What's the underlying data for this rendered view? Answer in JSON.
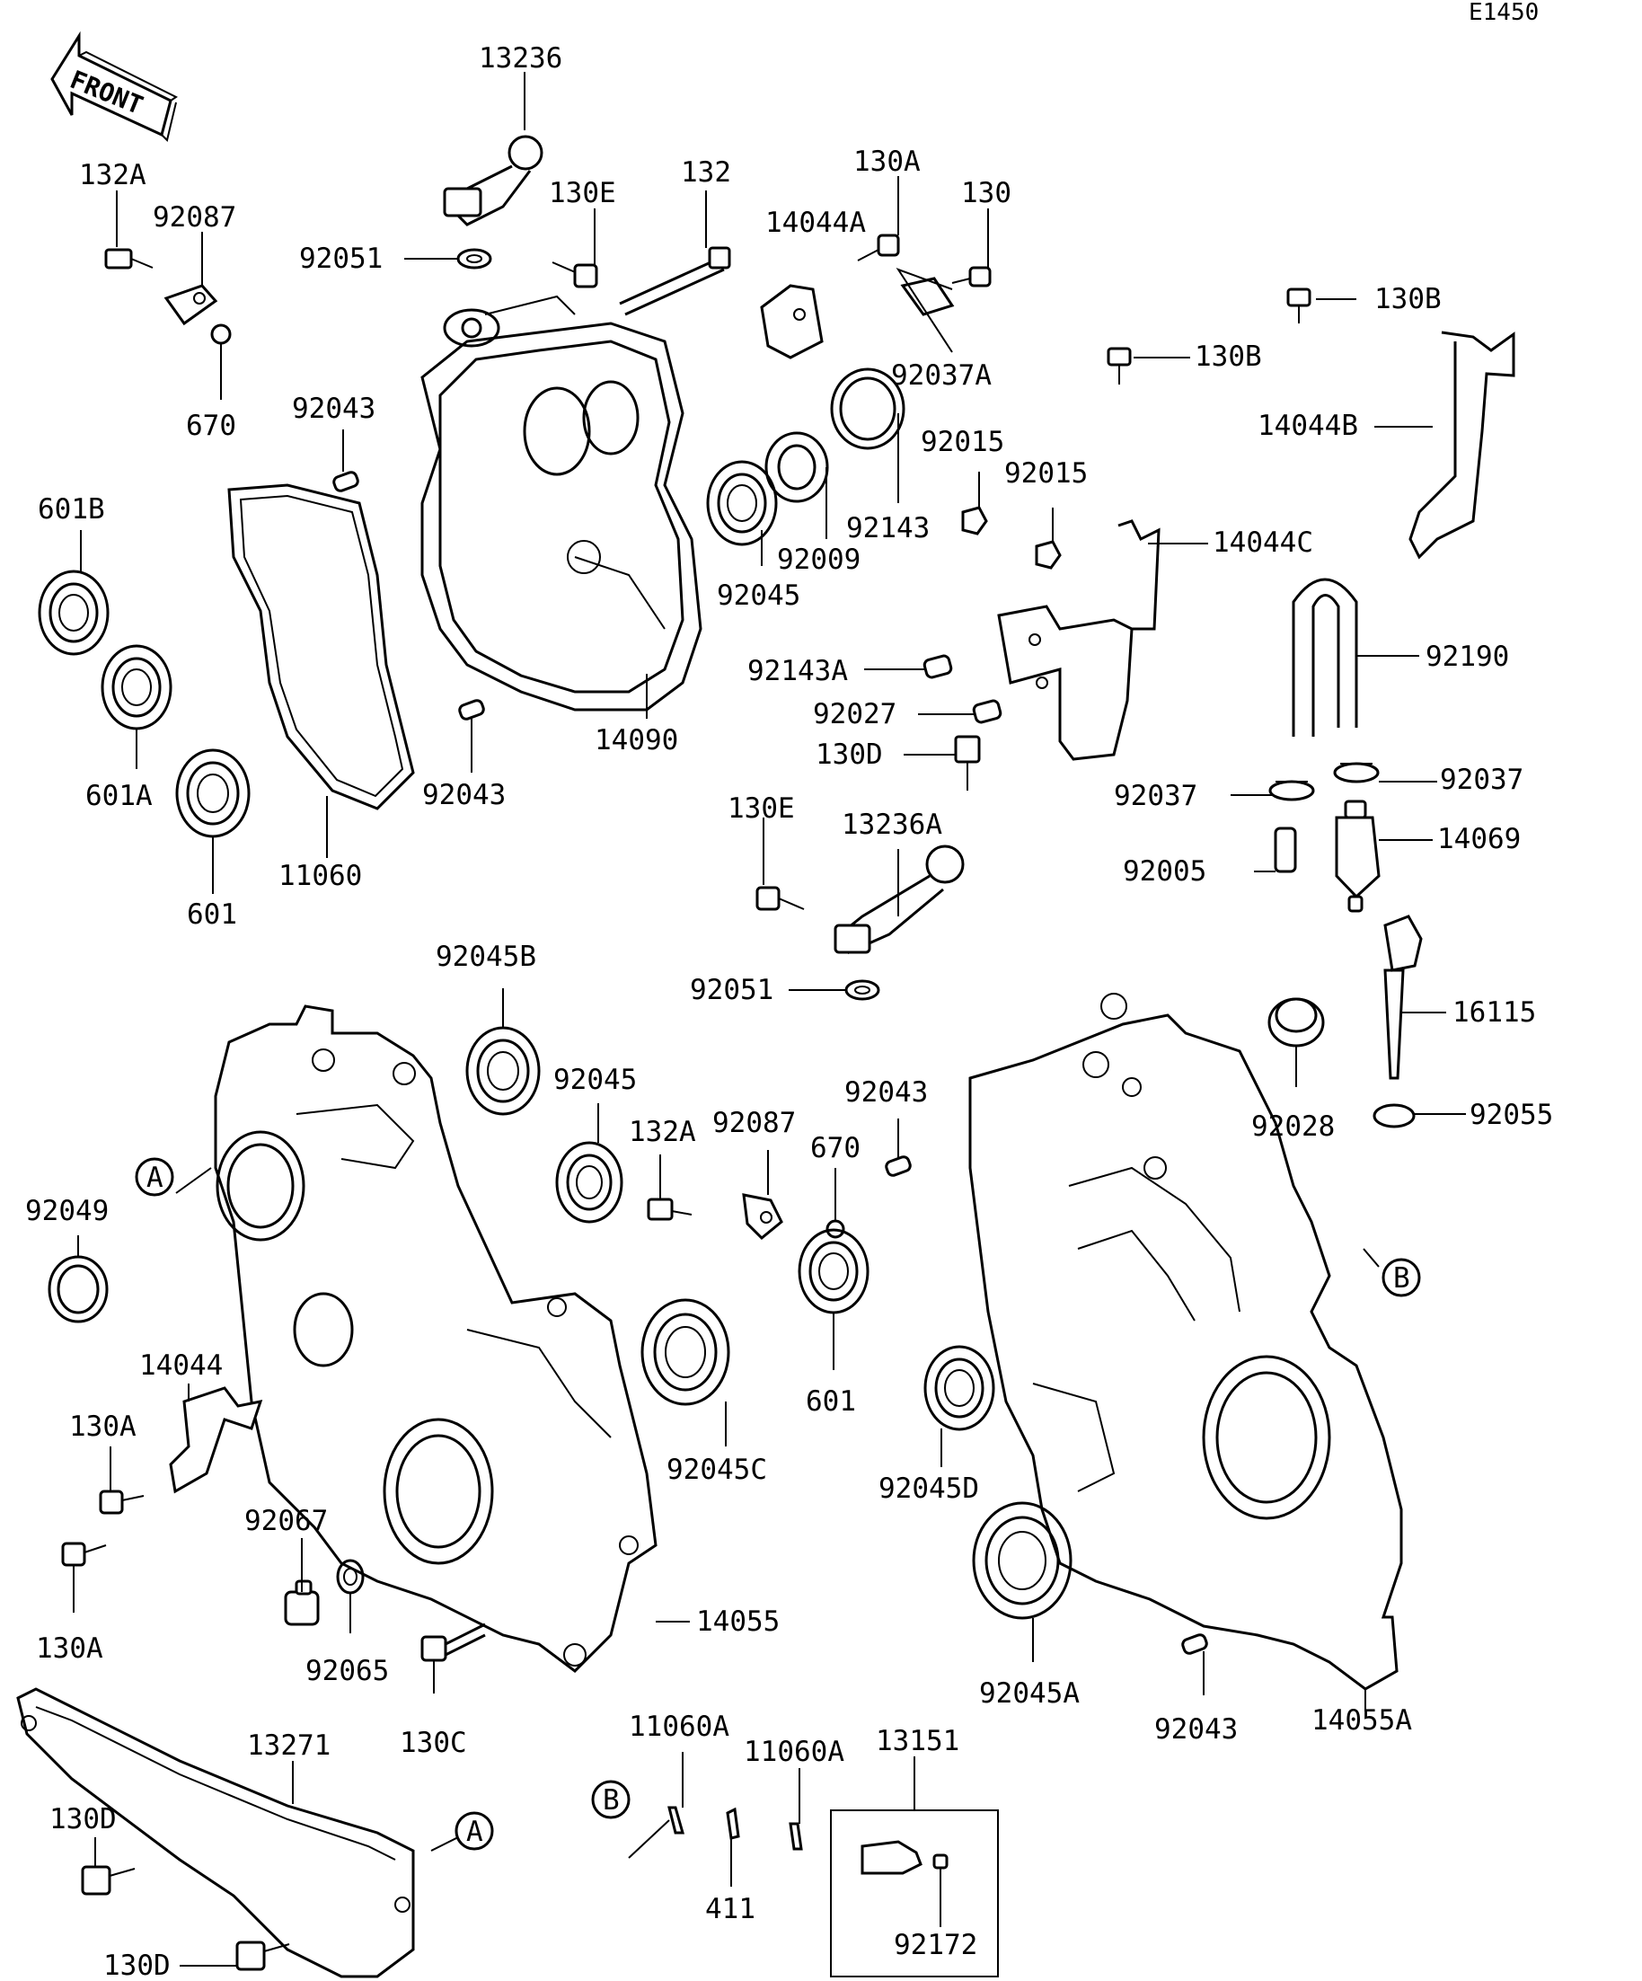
{
  "diagram_code": "E1450",
  "front_label": "FRONT",
  "callouts": {
    "A_left": "A",
    "A_bottom": "A",
    "B_right": "B",
    "B_bottom": "B"
  },
  "labels": [
    {
      "id": "13236",
      "text": "13236"
    },
    {
      "id": "132A_top",
      "text": "132A"
    },
    {
      "id": "92087_top",
      "text": "92087"
    },
    {
      "id": "130E_top",
      "text": "130E"
    },
    {
      "id": "132",
      "text": "132"
    },
    {
      "id": "130A_top",
      "text": "130A"
    },
    {
      "id": "14044A",
      "text": "14044A"
    },
    {
      "id": "130",
      "text": "130"
    },
    {
      "id": "92051_top",
      "text": "92051"
    },
    {
      "id": "92037A",
      "text": "92037A"
    },
    {
      "id": "130B_a",
      "text": "130B"
    },
    {
      "id": "130B_b",
      "text": "130B"
    },
    {
      "id": "670_top",
      "text": "670"
    },
    {
      "id": "92043_a",
      "text": "92043"
    },
    {
      "id": "14044B",
      "text": "14044B"
    },
    {
      "id": "92015_a",
      "text": "92015"
    },
    {
      "id": "92015_b",
      "text": "92015"
    },
    {
      "id": "601B",
      "text": "601B"
    },
    {
      "id": "92143",
      "text": "92143"
    },
    {
      "id": "14044C",
      "text": "14044C"
    },
    {
      "id": "92009",
      "text": "92009"
    },
    {
      "id": "92045_top",
      "text": "92045"
    },
    {
      "id": "92190",
      "text": "92190"
    },
    {
      "id": "92143A",
      "text": "92143A"
    },
    {
      "id": "92027",
      "text": "92027"
    },
    {
      "id": "14090",
      "text": "14090"
    },
    {
      "id": "130D_mid",
      "text": "130D"
    },
    {
      "id": "601A",
      "text": "601A"
    },
    {
      "id": "92043_b",
      "text": "92043"
    },
    {
      "id": "92037_left",
      "text": "92037"
    },
    {
      "id": "92037_right",
      "text": "92037"
    },
    {
      "id": "130E_mid",
      "text": "130E"
    },
    {
      "id": "13236A",
      "text": "13236A"
    },
    {
      "id": "14069",
      "text": "14069"
    },
    {
      "id": "11060",
      "text": "11060"
    },
    {
      "id": "92005",
      "text": "92005"
    },
    {
      "id": "601_top",
      "text": "601"
    },
    {
      "id": "92045B",
      "text": "92045B"
    },
    {
      "id": "92051_mid",
      "text": "92051"
    },
    {
      "id": "16115",
      "text": "16115"
    },
    {
      "id": "92045_mid",
      "text": "92045"
    },
    {
      "id": "92043_c",
      "text": "92043"
    },
    {
      "id": "92028",
      "text": "92028"
    },
    {
      "id": "92055",
      "text": "92055"
    },
    {
      "id": "132A_mid",
      "text": "132A"
    },
    {
      "id": "92087_mid",
      "text": "92087"
    },
    {
      "id": "670_mid",
      "text": "670"
    },
    {
      "id": "92049",
      "text": "92049"
    },
    {
      "id": "14044",
      "text": "14044"
    },
    {
      "id": "601_mid",
      "text": "601"
    },
    {
      "id": "130A_mid",
      "text": "130A"
    },
    {
      "id": "92045C",
      "text": "92045C"
    },
    {
      "id": "92045D",
      "text": "92045D"
    },
    {
      "id": "92067",
      "text": "92067"
    },
    {
      "id": "14055",
      "text": "14055"
    },
    {
      "id": "130A_low",
      "text": "130A"
    },
    {
      "id": "92065",
      "text": "92065"
    },
    {
      "id": "92045A",
      "text": "92045A"
    },
    {
      "id": "92043_d",
      "text": "92043"
    },
    {
      "id": "14055A",
      "text": "14055A"
    },
    {
      "id": "130C",
      "text": "130C"
    },
    {
      "id": "11060A_a",
      "text": "11060A"
    },
    {
      "id": "11060A_b",
      "text": "11060A"
    },
    {
      "id": "13151",
      "text": "13151"
    },
    {
      "id": "13271",
      "text": "13271"
    },
    {
      "id": "130D_low_a",
      "text": "130D"
    },
    {
      "id": "411",
      "text": "411"
    },
    {
      "id": "92172",
      "text": "92172"
    },
    {
      "id": "130D_low_b",
      "text": "130D"
    }
  ]
}
